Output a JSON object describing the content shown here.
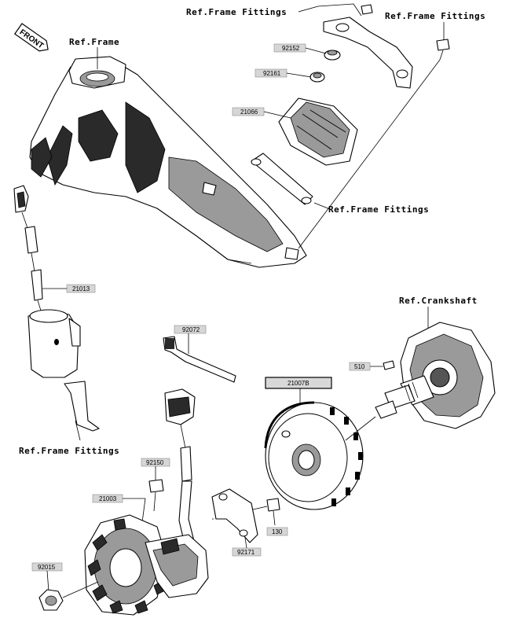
{
  "front_tag": "FRONT",
  "refs": {
    "frame": "Ref.Frame",
    "frame_fittings_top_left": "Ref.Frame Fittings",
    "frame_fittings_top_right": "Ref.Frame Fittings",
    "frame_fittings_mid": "Ref.Frame Fittings",
    "frame_fittings_bottom_left": "Ref.Frame Fittings",
    "crankshaft": "Ref.Crankshaft"
  },
  "parts": {
    "p92152": "92152",
    "p92161": "92161",
    "p21066": "21066",
    "p21013": "21013",
    "p92072": "92072",
    "p21007B": "21007B",
    "p510": "510",
    "p92150": "92150",
    "p21003": "21003",
    "p130": "130",
    "p92171": "92171",
    "p92015": "92015"
  }
}
